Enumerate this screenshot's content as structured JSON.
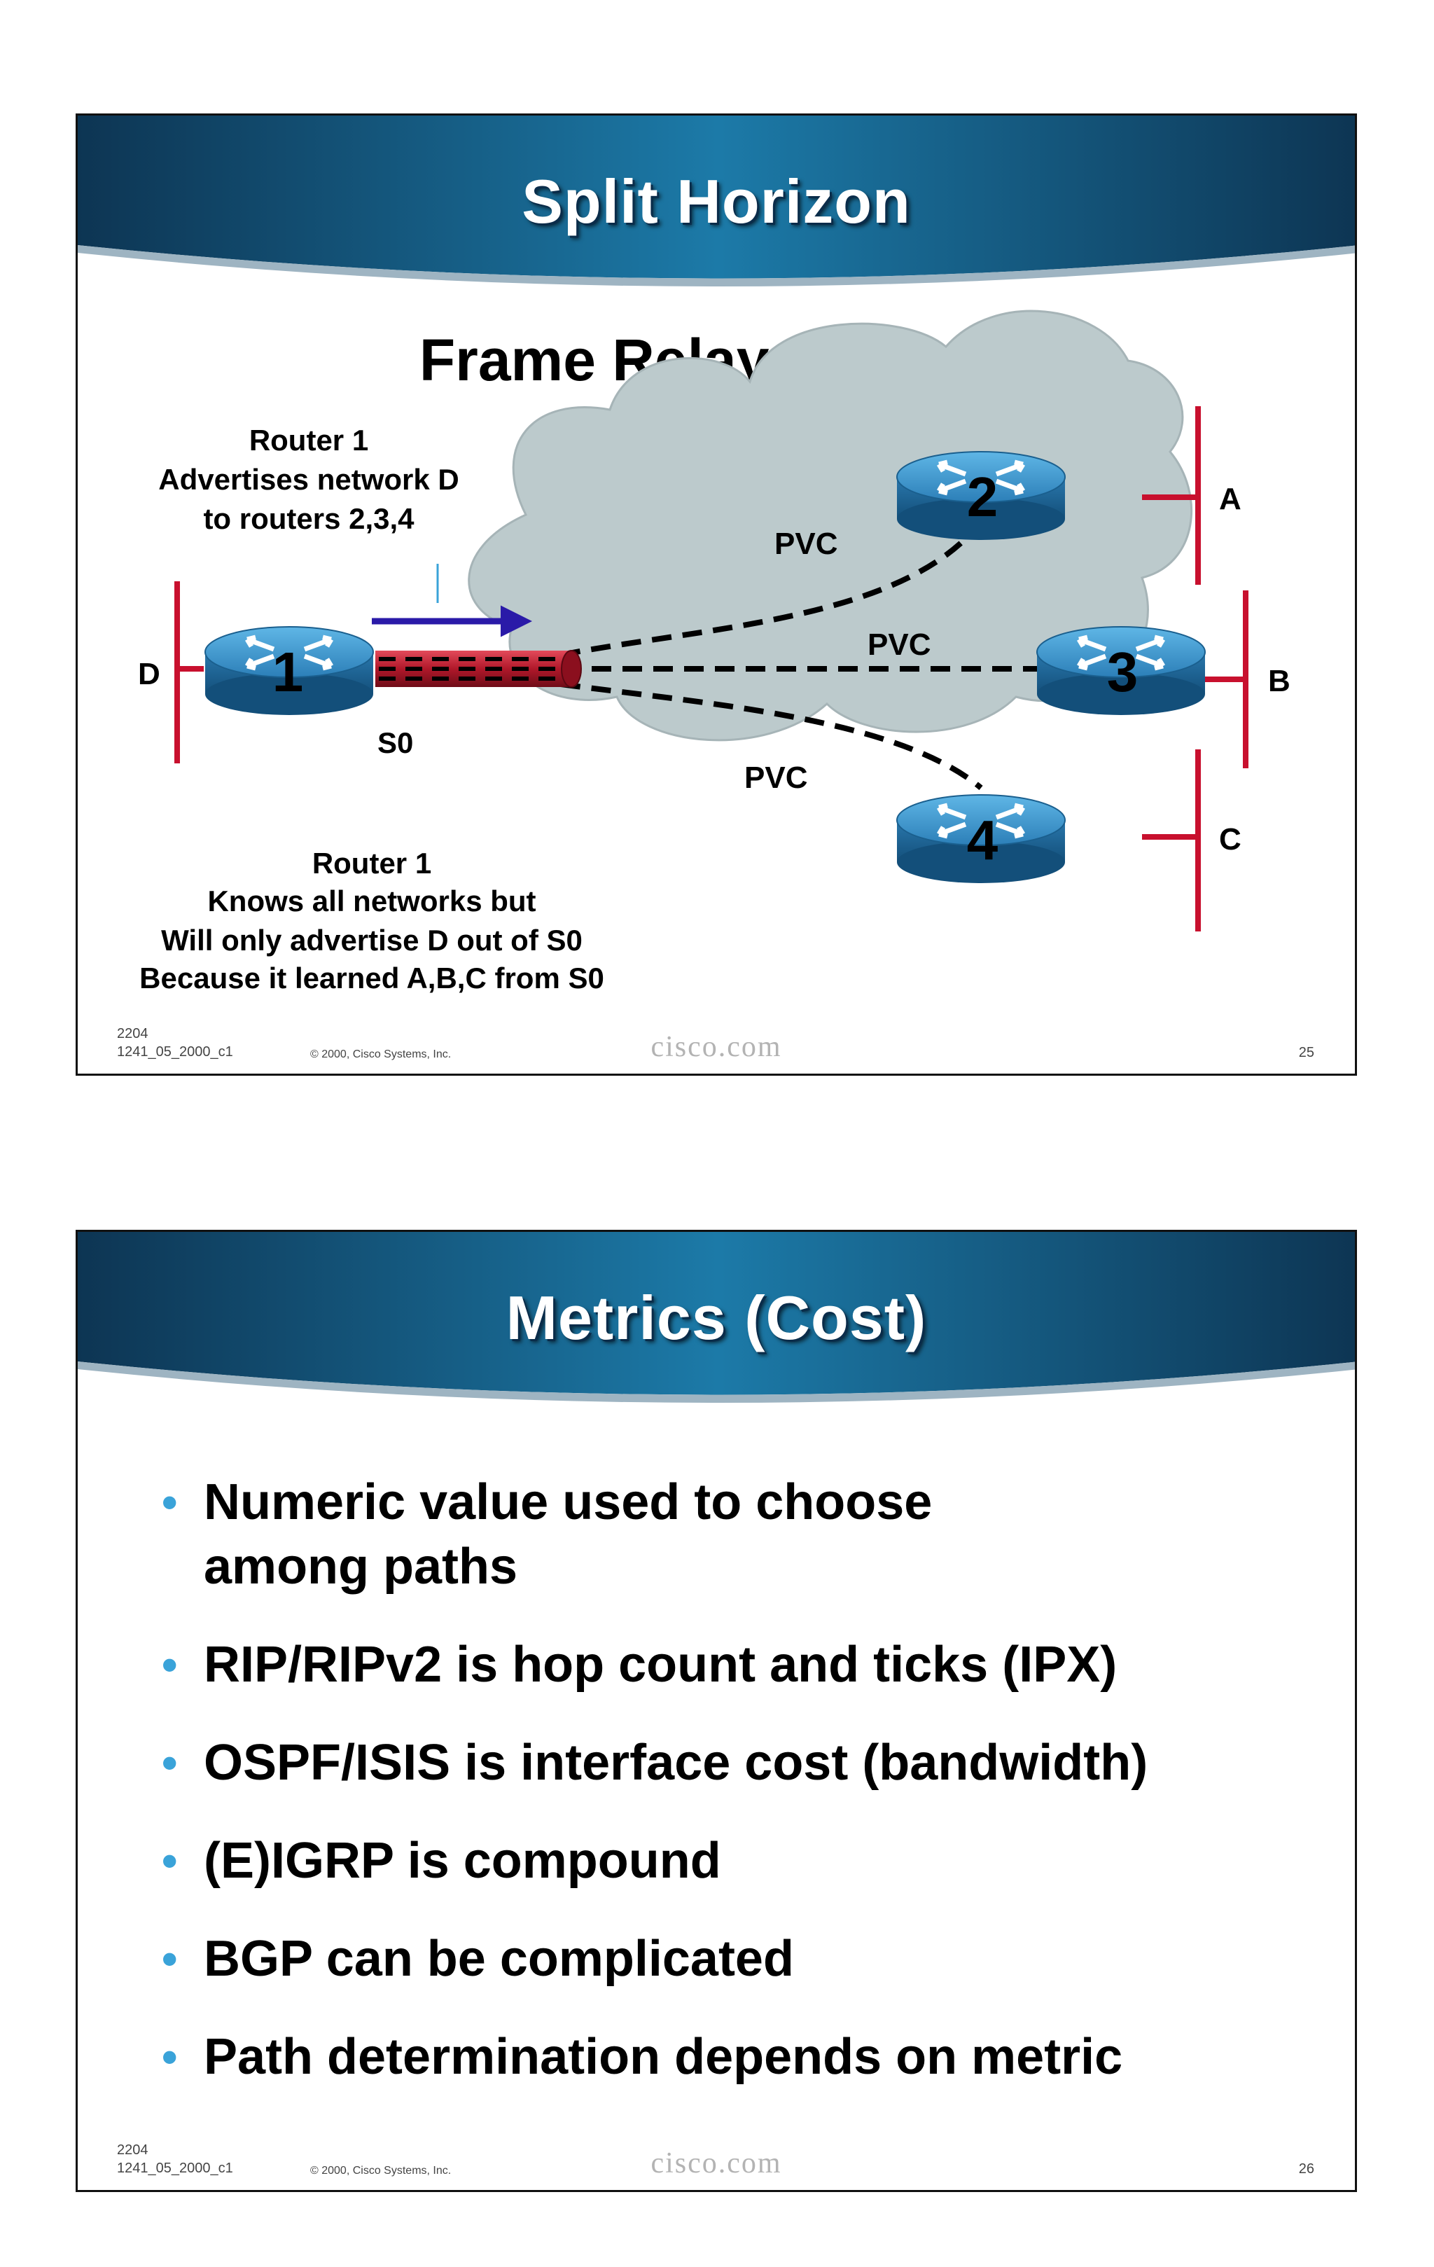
{
  "slide1": {
    "title": "Split Horizon",
    "diagram_title": "Frame Relay Network",
    "annotation_top": [
      "Router 1",
      "Advertises network D",
      "to routers 2,3,4"
    ],
    "annotation_bottom": [
      "Router 1",
      "Knows all networks but",
      "Will only advertise D out of S0",
      "Because it learned A,B,C from S0"
    ],
    "routers": [
      "1",
      "2",
      "3",
      "4"
    ],
    "networks": [
      "D",
      "A",
      "B",
      "C"
    ],
    "interface_label": "S0",
    "pvc_labels": [
      "PVC",
      "PVC",
      "PVC"
    ],
    "footer": {
      "code_line1": "2204",
      "code_line2": "1241_05_2000_c1",
      "copyright": "© 2000, Cisco Systems, Inc.",
      "brand": "cisco.com",
      "page": "25"
    }
  },
  "slide2": {
    "title": "Metrics (Cost)",
    "bullets": [
      "Numeric value used to choose among paths",
      "RIP/RIPv2 is hop count and ticks (IPX)",
      "OSPF/ISIS is interface cost (bandwidth)",
      "(E)IGRP is compound",
      "BGP can be complicated",
      "Path determination depends on metric"
    ],
    "footer": {
      "code_line1": "2204",
      "code_line2": "1241_05_2000_c1",
      "copyright": "© 2000, Cisco Systems, Inc.",
      "brand": "cisco.com",
      "page": "26"
    }
  },
  "colors": {
    "header_blue": "#1b6d99",
    "bullet_dot": "#3aa3d9",
    "network_line": "#c8102e",
    "cloud": "#bccacc",
    "router": "#2e86c1",
    "arrow": "#2a1aa8"
  }
}
